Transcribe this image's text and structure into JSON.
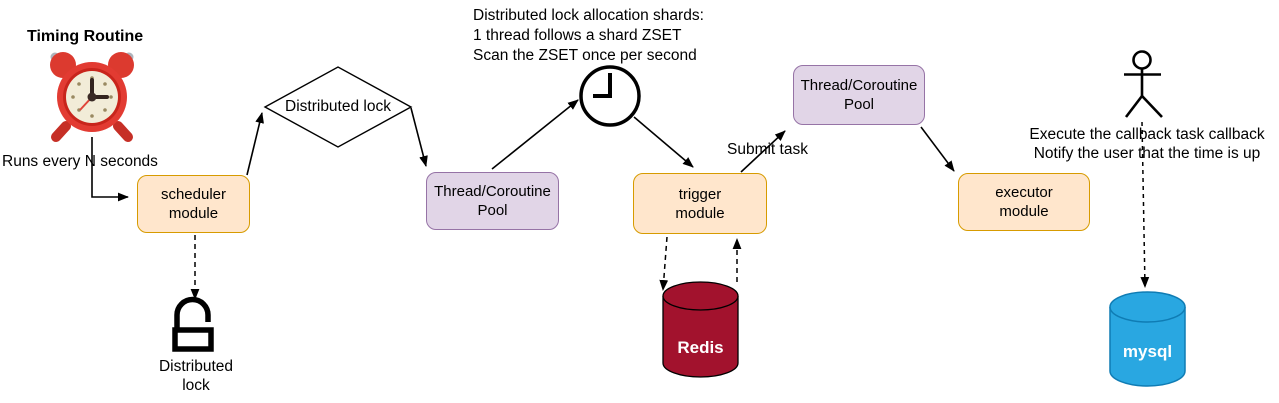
{
  "title": "Timing Routine",
  "annotations": {
    "runs_every": "Runs every N seconds",
    "shards_note": [
      "Distributed lock allocation shards:",
      "1 thread follows a shard ZSET",
      "Scan the ZSET once per second"
    ],
    "submit_task": "Submit task",
    "execute_note": [
      "Execute the callback task callback",
      "Notify the user that the time is up"
    ],
    "lock_caption": "Distributed\nlock"
  },
  "nodes": {
    "scheduler": {
      "label": "scheduler\nmodule"
    },
    "decision": {
      "label": "Distributed lock"
    },
    "pool_scan": {
      "label": "Thread/Coroutine\nPool"
    },
    "trigger": {
      "label": "trigger\nmodule"
    },
    "pool_exec": {
      "label": "Thread/Coroutine\nPool"
    },
    "executor": {
      "label": "executor\nmodule"
    },
    "redis": {
      "label": "Redis"
    },
    "mysql": {
      "label": "mysql"
    }
  },
  "icons": {
    "alarm_clock": "alarm-clock-icon",
    "timer": "analog-clock-icon",
    "lock": "open-padlock-icon",
    "user": "stick-figure-user-icon",
    "redis_shape": "database-cylinder",
    "mysql_shape": "database-cylinder"
  },
  "colors": {
    "module_fill": "#FFE6CC",
    "module_stroke": "#D79B00",
    "pool_fill": "#E1D5E7",
    "pool_stroke": "#9673A6",
    "redis_fill": "#A2122D",
    "mysql_fill": "#29A7E1",
    "mysql_stroke": "#0F7CB4",
    "alarm_red": "#E23B32",
    "arrow": "#000000"
  }
}
